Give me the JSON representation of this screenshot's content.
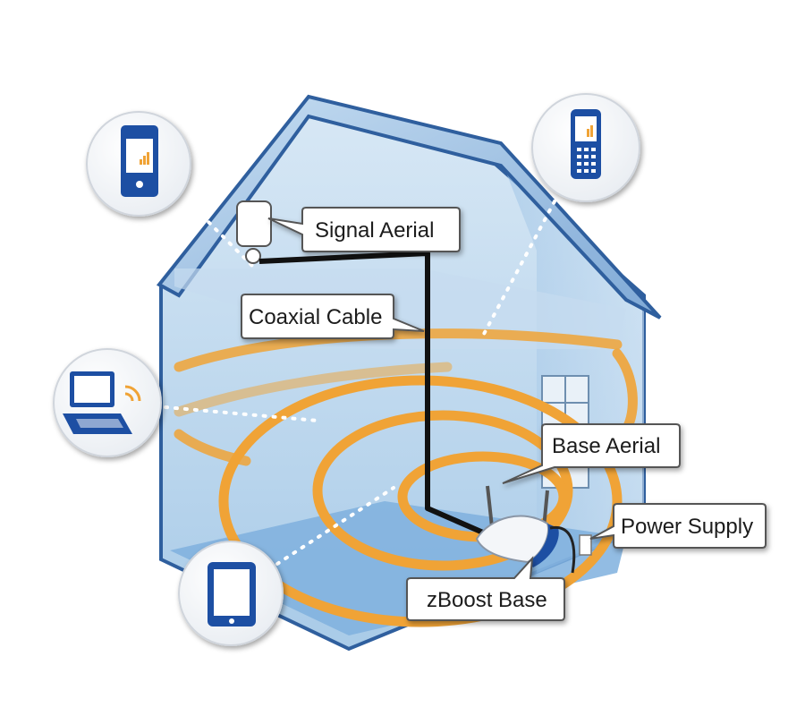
{
  "labels": {
    "signal_aerial": "Signal Aerial",
    "coaxial_cable": "Coaxial Cable",
    "base_aerial": "Base Aerial",
    "power_supply": "Power Supply",
    "zboost_base": "zBoost Base"
  },
  "devices": [
    {
      "name": "smartphone",
      "icon": "smartphone-icon"
    },
    {
      "name": "feature-phone",
      "icon": "feature-phone-icon"
    },
    {
      "name": "laptop",
      "icon": "laptop-icon"
    },
    {
      "name": "tablet",
      "icon": "tablet-icon"
    }
  ],
  "colors": {
    "house_wall": "#b9d6ec",
    "house_edge": "#2f5f9e",
    "roof": "#8fb8de",
    "signal_ring": "#f0a336",
    "device_blue": "#1d4fa3",
    "floor": "#7fb0de"
  }
}
